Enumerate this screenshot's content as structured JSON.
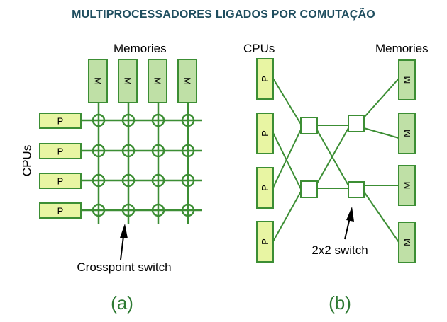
{
  "title": "MULTIPROCESSADORES LIGADOS POR COMUTAÇÃO",
  "colors": {
    "line": "#3c8e34",
    "p_fill": "#e8f5a3",
    "m_fill": "#bfe0a6",
    "text": "#000000",
    "title": "#1f4e5f",
    "caption": "#2e7a33"
  },
  "panel_a": {
    "memories_label": "Memories",
    "cpus_label": "CPUs",
    "cpu_label": "P",
    "memory_label": "M",
    "switch_label": "Crosspoint switch",
    "caption": "(a)"
  },
  "panel_b": {
    "cpus_label": "CPUs",
    "memories_label": "Memories",
    "cpu_label": "P",
    "memory_label": "M",
    "switch_label": "2x2 switch",
    "caption": "(b)"
  }
}
